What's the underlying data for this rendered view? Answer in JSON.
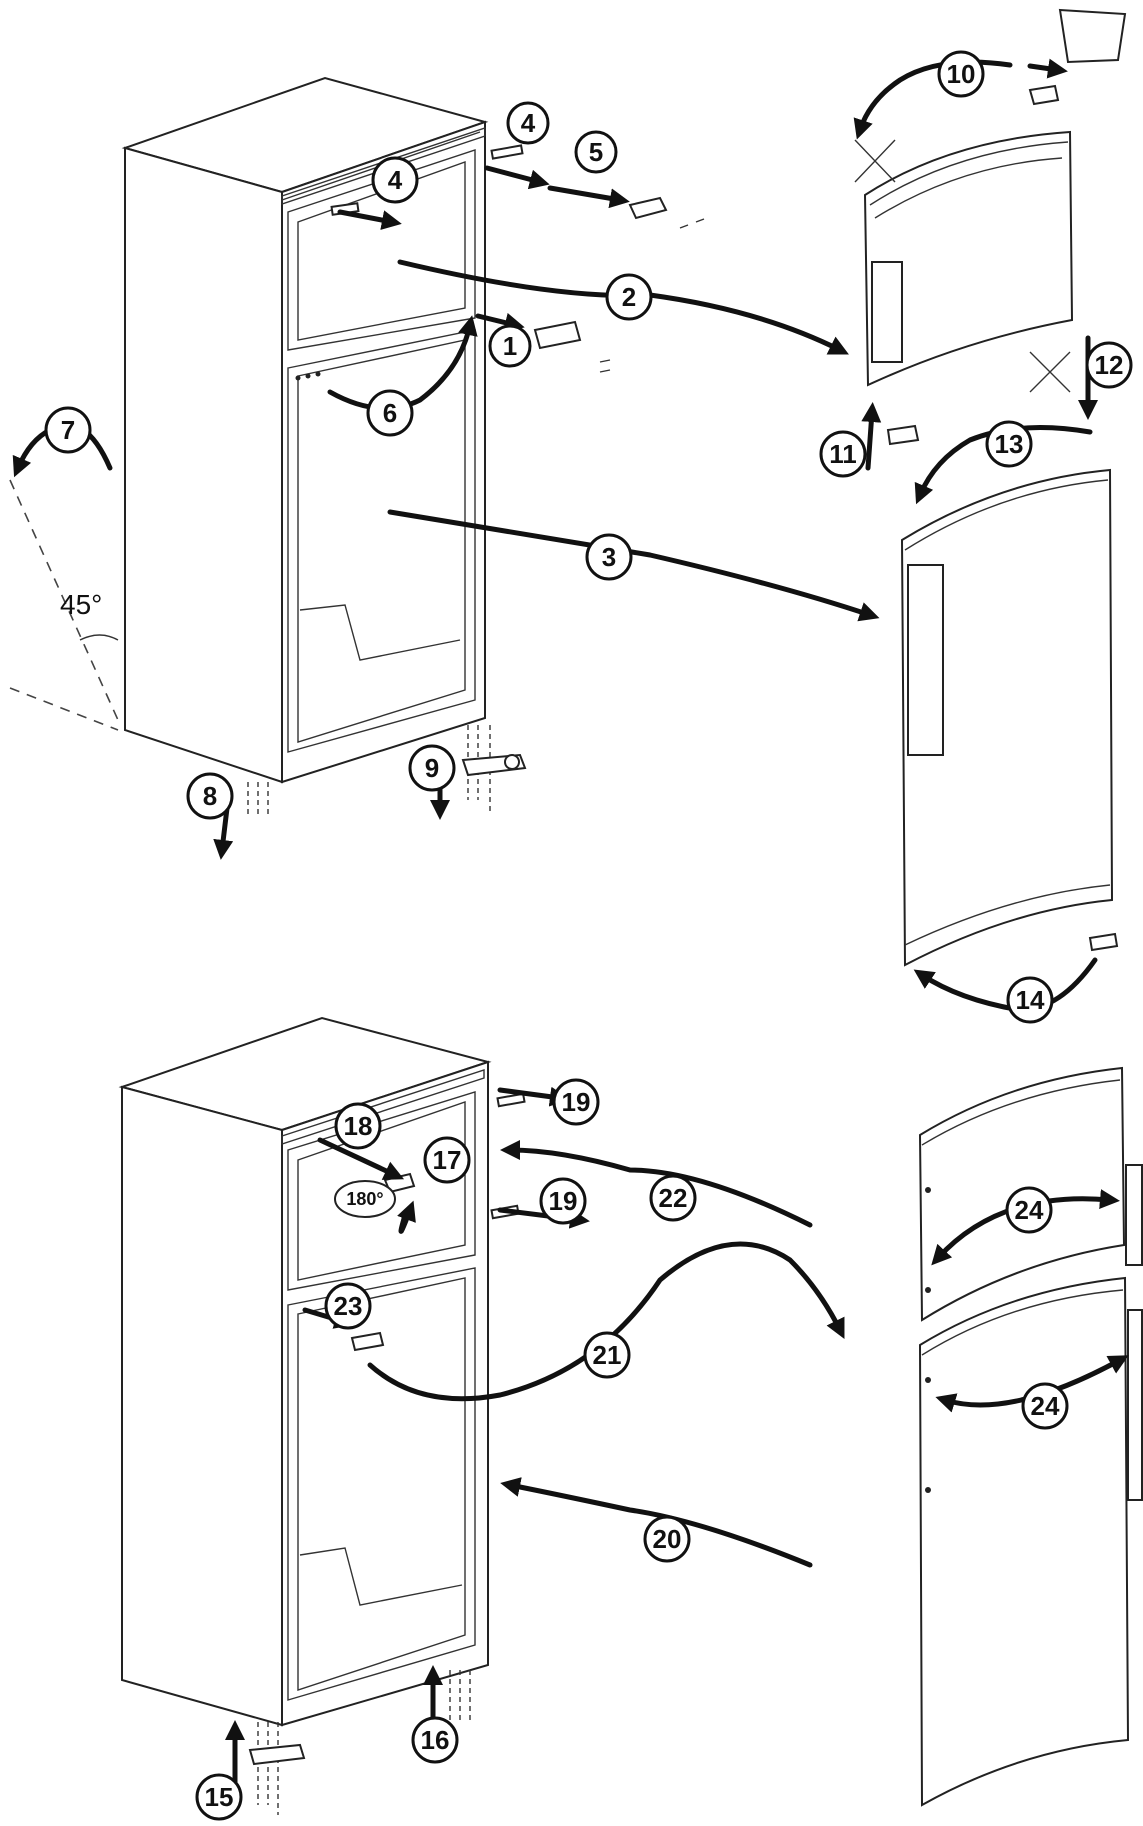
{
  "labels": {
    "n1": "1",
    "n2": "2",
    "n3": "3",
    "n4a": "4",
    "n4b": "4",
    "n5": "5",
    "n6": "6",
    "n7": "7",
    "n8": "8",
    "n9": "9",
    "n10": "10",
    "n11": "11",
    "n12": "12",
    "n13": "13",
    "n14": "14",
    "n15": "15",
    "n16": "16",
    "n17": "17",
    "n18": "18",
    "n19a": "19",
    "n19b": "19",
    "n20": "20",
    "n21": "21",
    "n22": "22",
    "n23": "23",
    "n24a": "24",
    "n24b": "24"
  },
  "angle_tilt": "45°",
  "angle_rotate": "180°"
}
